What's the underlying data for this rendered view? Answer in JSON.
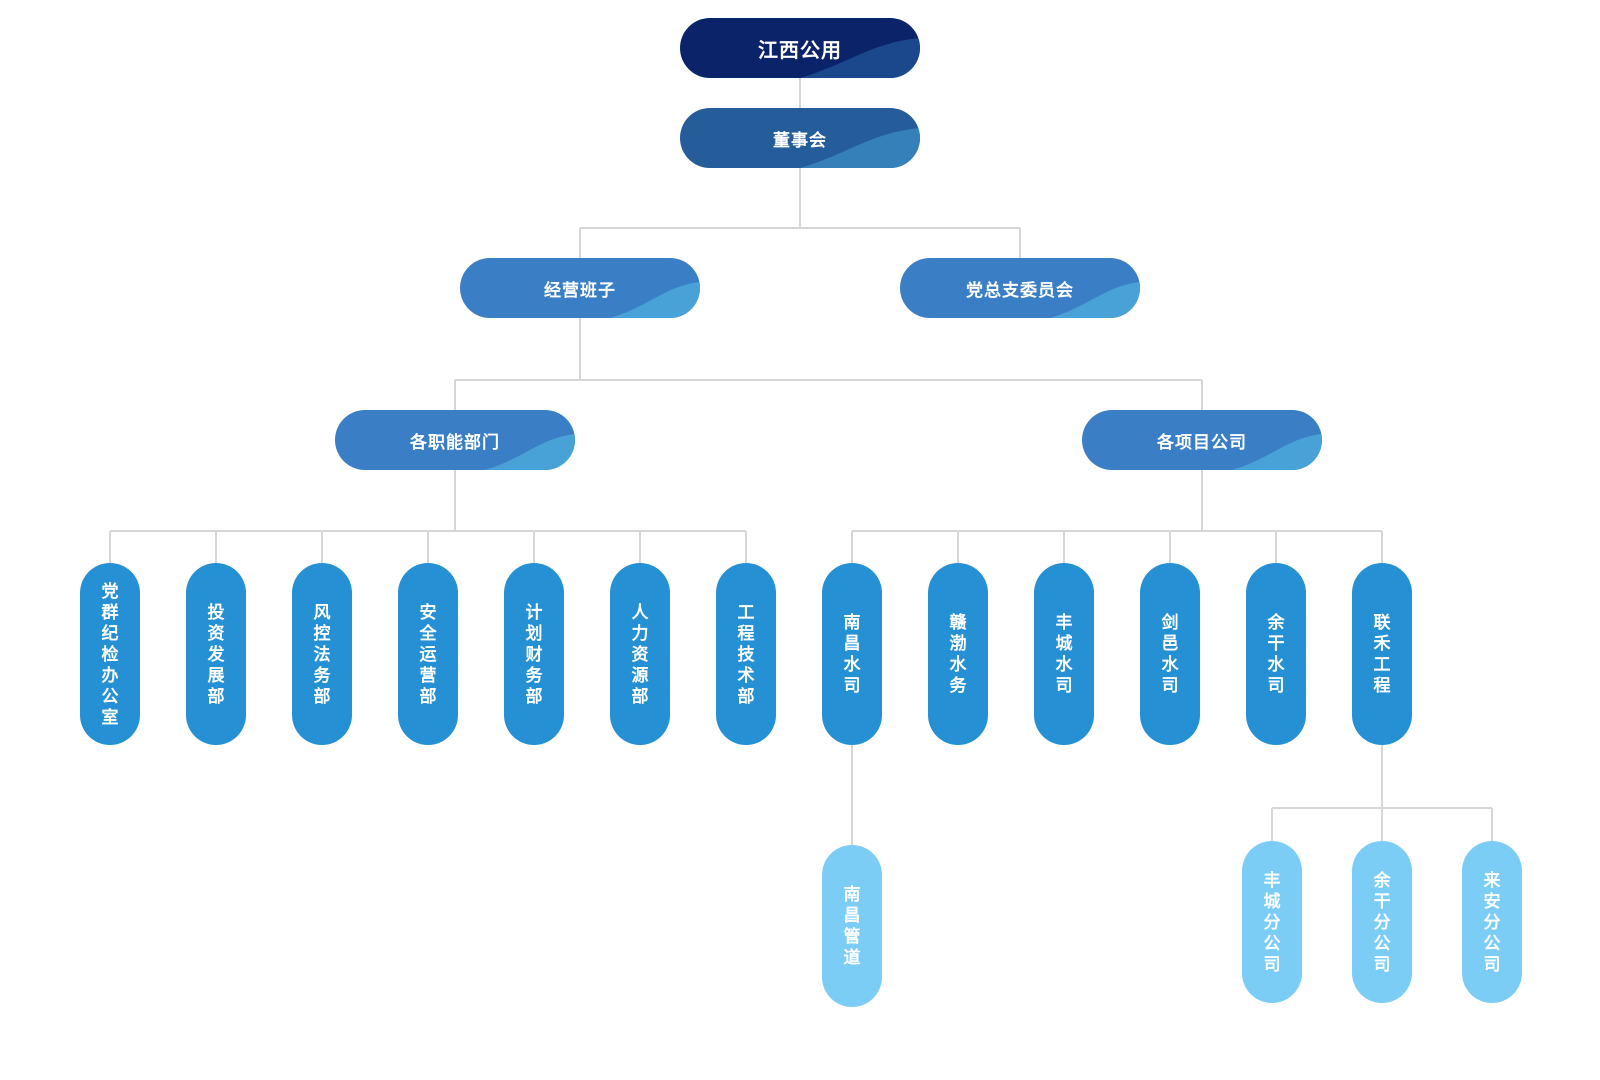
{
  "colors": {
    "level0": "#0b2469",
    "level1": "#255c9a",
    "level2": "#3a7ec6",
    "level3": "#3a7ec6",
    "dept": "#2590d4",
    "sub": "#7ccdf6",
    "line": "#d6d6d6"
  },
  "org": {
    "root": "江西公用",
    "board": "董事会",
    "management": "经营班子",
    "party": "党总支委员会",
    "functional": "各职能部门",
    "projects": "各项目公司",
    "departments": [
      "党群纪检办公室",
      "投资发展部",
      "风控法务部",
      "安全运营部",
      "计划财务部",
      "人力资源部",
      "工程技术部"
    ],
    "companies": [
      "南昌水司",
      "赣渤水务",
      "丰城水司",
      "剑邑水司",
      "余干水司",
      "联禾工程"
    ],
    "nanchang_sub": [
      "南昌管道"
    ],
    "lianhe_sub": [
      "丰城分公司",
      "余干分公司",
      "来安分公司"
    ]
  }
}
